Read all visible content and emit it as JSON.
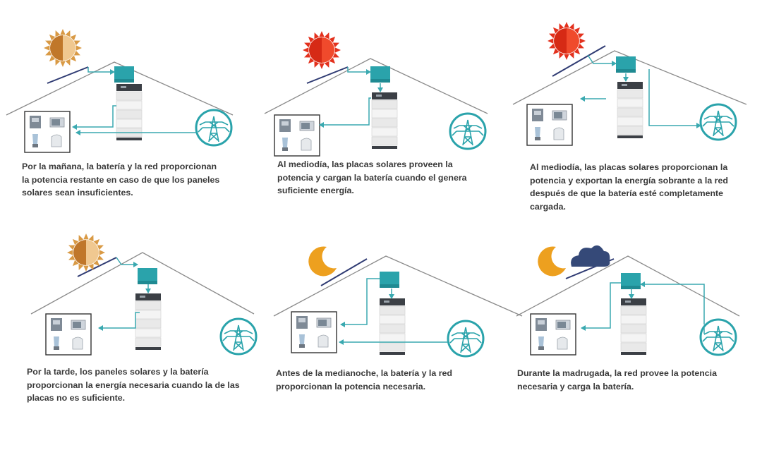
{
  "colors": {
    "roof": "#8a8a8a",
    "teal": "#2aa3ab",
    "arrow": "#3aa9b0",
    "panel_line": "#2f3b73",
    "sun_morning": "#d99a45",
    "sun_noon": "#e3311d",
    "moon": "#eda01f",
    "cloud": "#354978",
    "text": "#3a3a3a"
  },
  "panels": [
    {
      "id": "morning",
      "sky": "sun-morning",
      "caption": "Por la mañana, la batería y la red proporcionan\nla potencia restante en caso de que los paneles\nsolares sean insuficientes."
    },
    {
      "id": "midday-charge",
      "sky": "sun-noon",
      "caption": "Al mediodía, las placas solares proveen la\npotencia y cargan la batería cuando el genera\nsuficiente energía."
    },
    {
      "id": "midday-export",
      "sky": "sun-noon",
      "caption": "Al mediodía, las placas solares proporcionan la\npotencia y exportan la energía sobrante a la red\ndespués de que la batería esté completamente\ncargada."
    },
    {
      "id": "afternoon",
      "sky": "sun-morning",
      "caption": "Por la tarde, los paneles solares y la batería\nproporcionan la energía necesaria cuando la de las\nplacas no es suficiente."
    },
    {
      "id": "before-midnight",
      "sky": "moon",
      "caption": "Antes de la medianoche, la batería y la red\nproporcionan la potencia necesaria."
    },
    {
      "id": "early-morning",
      "sky": "moon-cloud",
      "caption": "Durante la madrugada, la red provee la potencia\nnecesaria y carga la batería."
    }
  ]
}
